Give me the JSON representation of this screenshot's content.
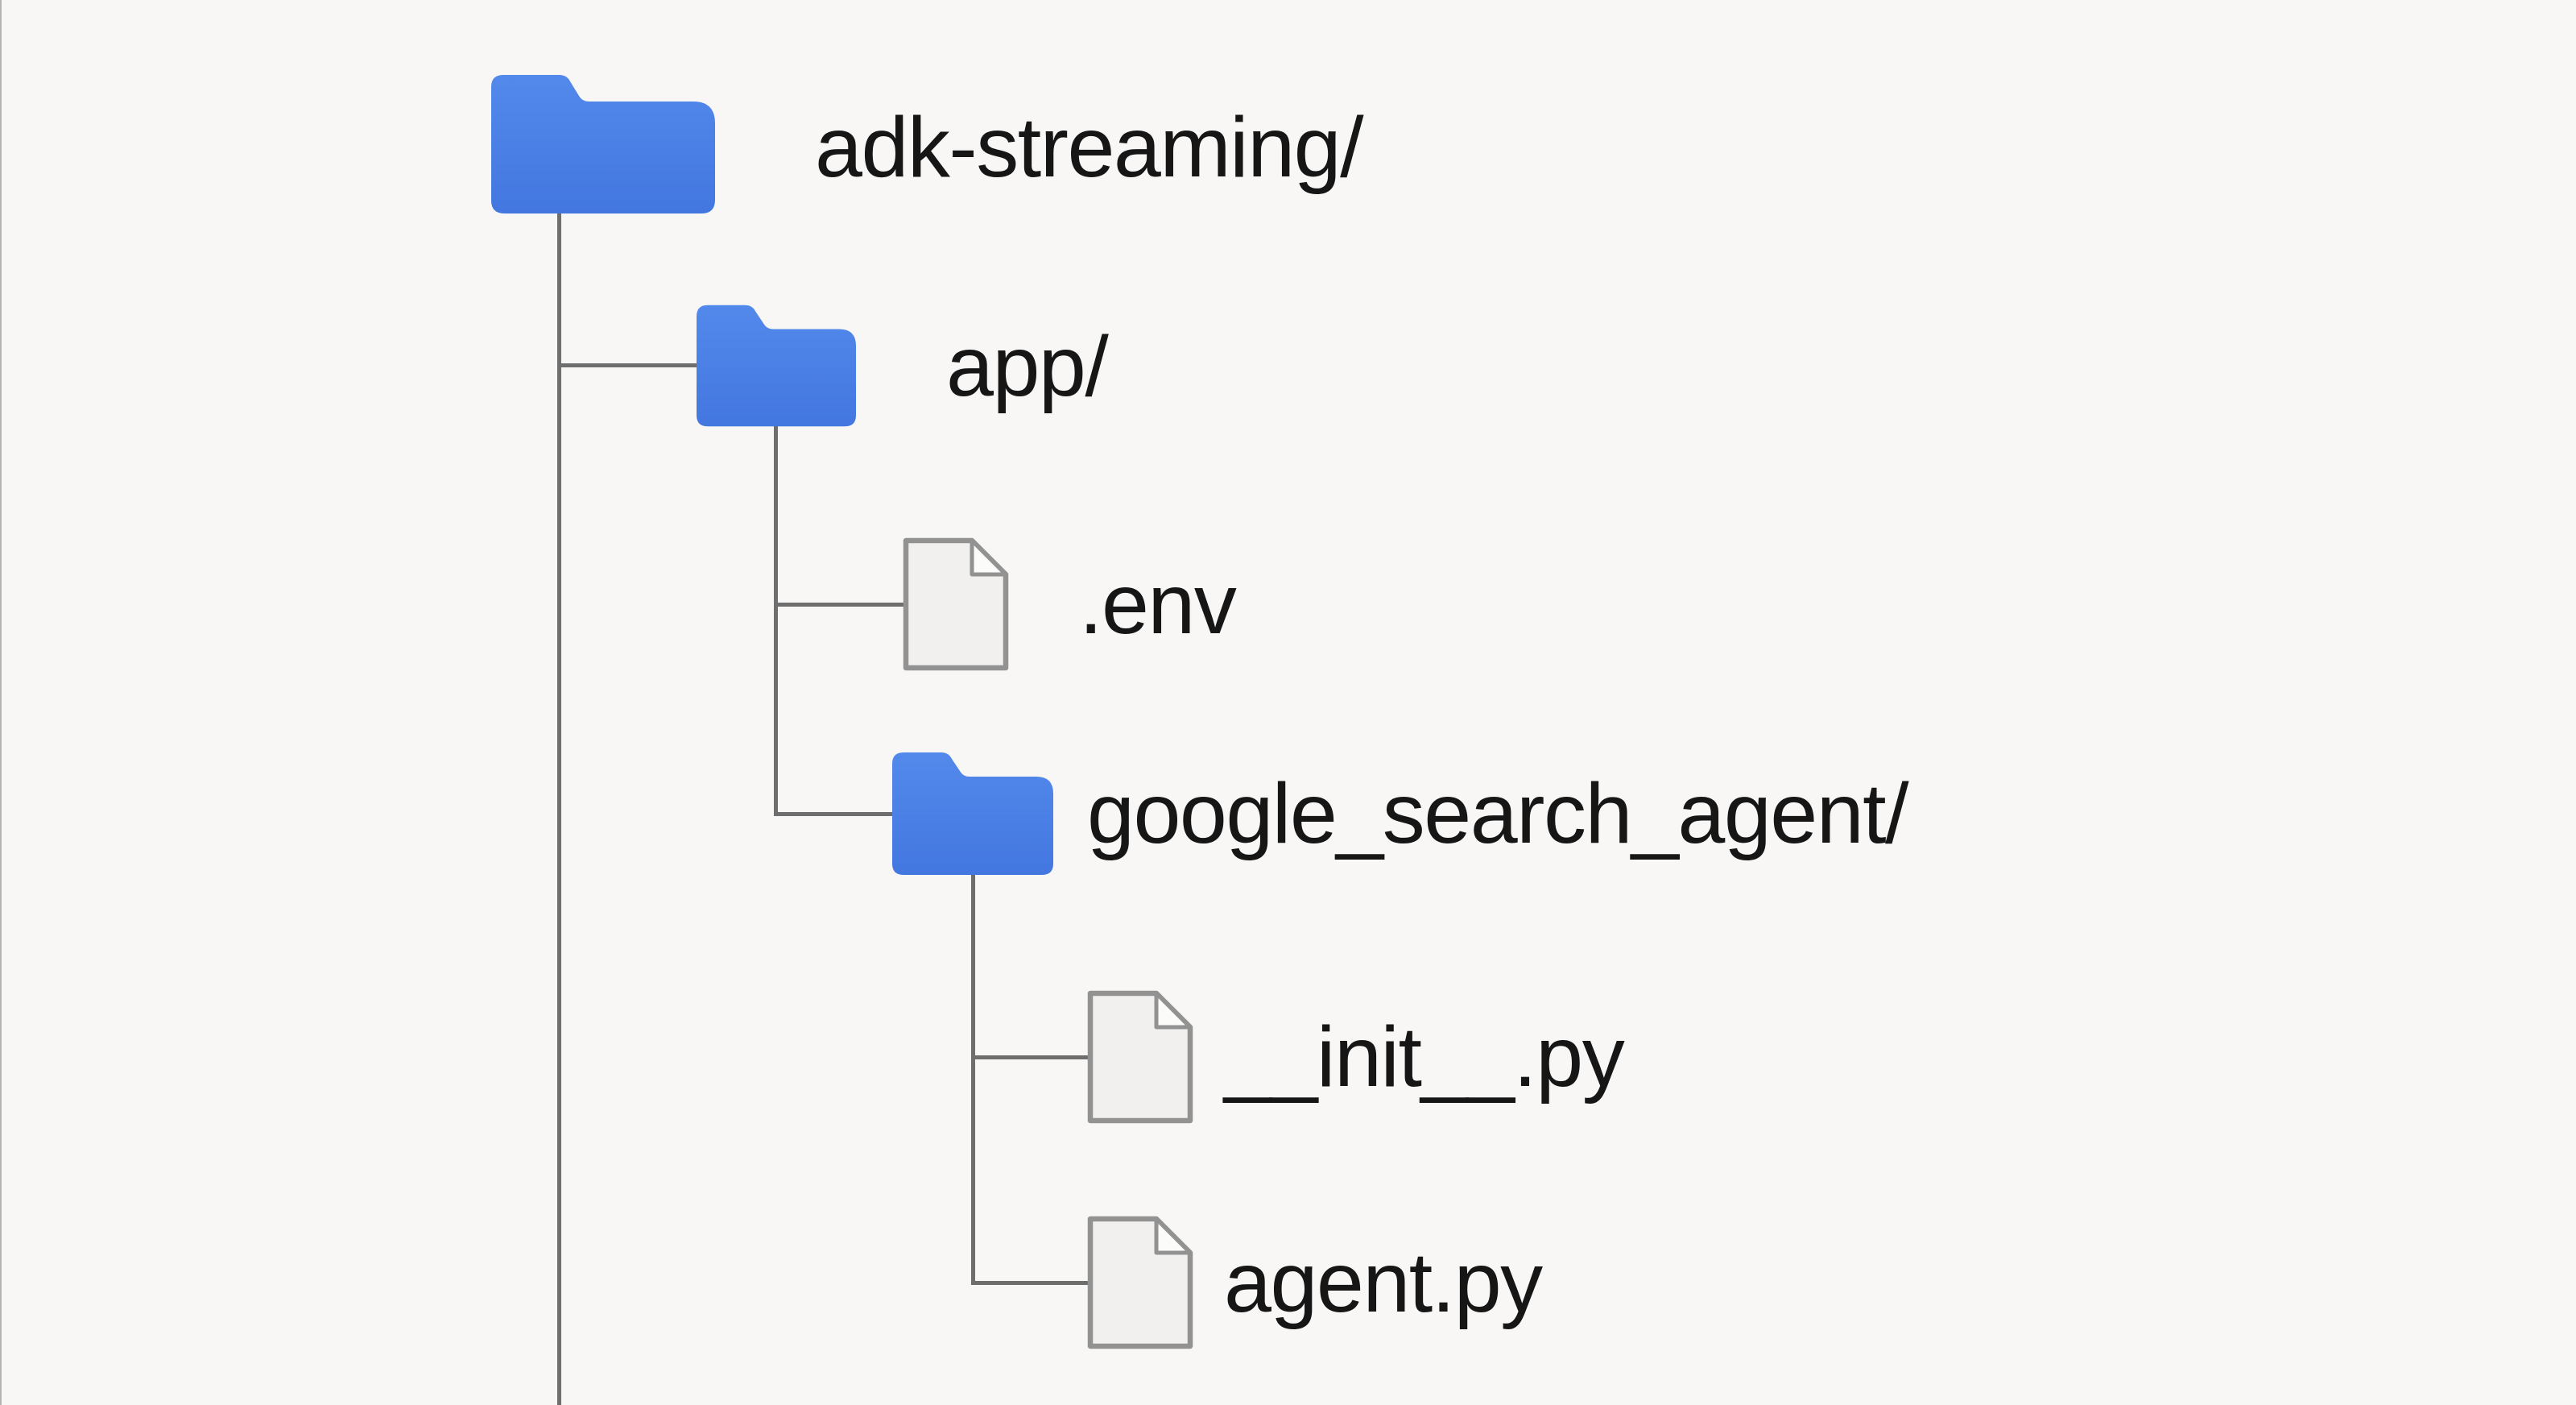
{
  "diagram": {
    "type": "file-tree",
    "nodes": [
      {
        "label": "adk-streaming/",
        "type": "folder",
        "icon": "folder-icon",
        "depth": 0
      },
      {
        "label": "app/",
        "type": "folder",
        "icon": "folder-icon",
        "depth": 1
      },
      {
        "label": ".env",
        "type": "file",
        "icon": "file-icon",
        "depth": 2
      },
      {
        "label": "google_search_agent/",
        "type": "folder",
        "icon": "folder-icon",
        "depth": 2
      },
      {
        "label": "__init__.py",
        "type": "file",
        "icon": "file-icon",
        "depth": 3
      },
      {
        "label": "agent.py",
        "type": "file",
        "icon": "file-icon",
        "depth": 3
      }
    ],
    "colors": {
      "folder_blue_top": "#5389eb",
      "folder_blue_bottom": "#4377e0",
      "file_fill": "#f1f0ee",
      "file_fold": "#fbfbfa",
      "file_border": "#929292",
      "connector_line": "#6e6e6e",
      "background": "#f8f7f5",
      "text": "#161616",
      "left_edge": "#b7b4b0"
    }
  }
}
